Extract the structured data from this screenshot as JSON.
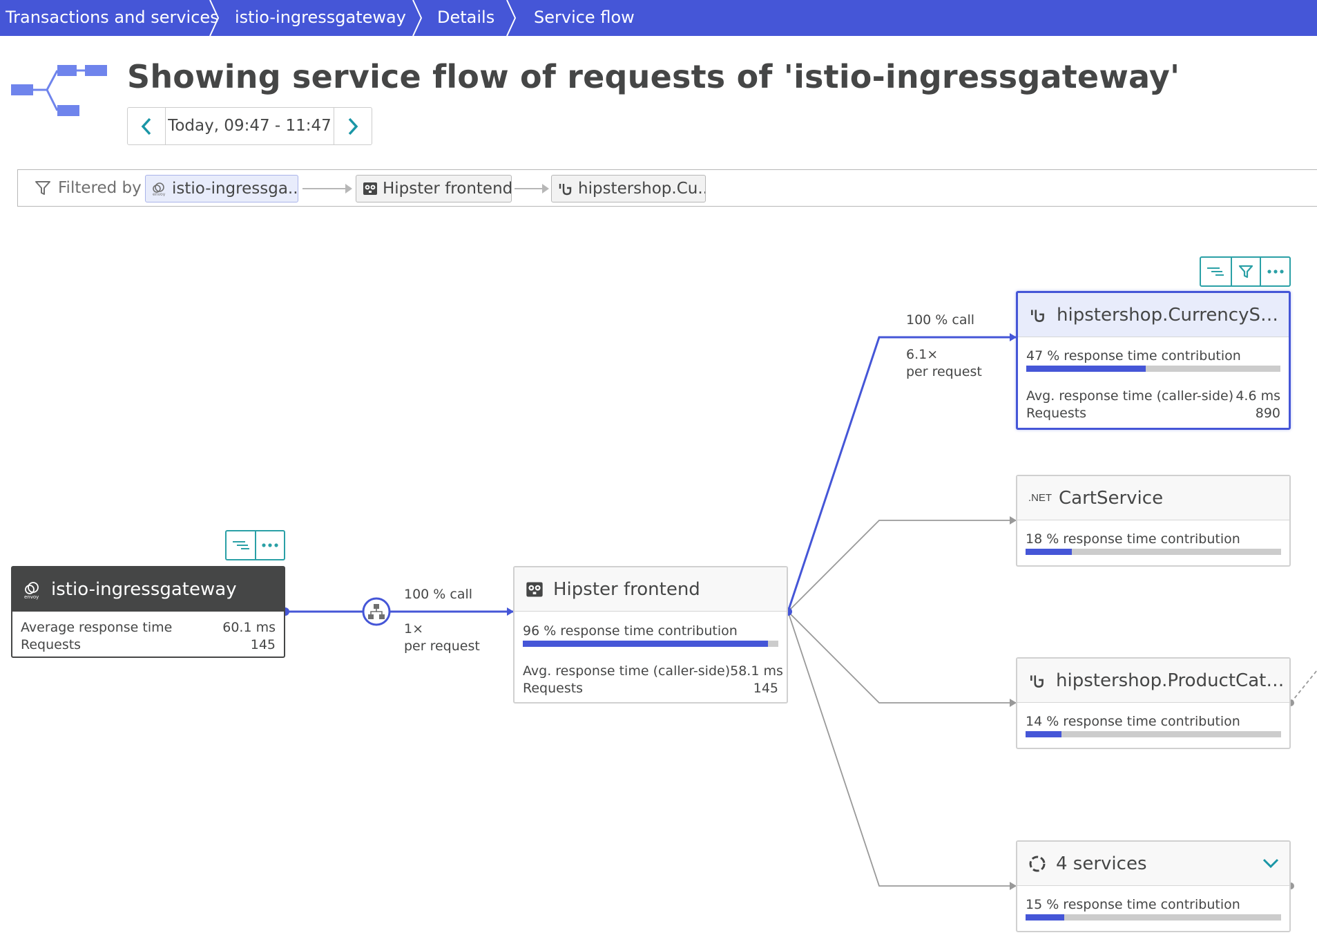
{
  "breadcrumb": [
    "Transactions and services",
    "istio-ingressgateway",
    "Details",
    "Service flow"
  ],
  "page": {
    "title": "Showing service flow of requests of 'istio-ingressgateway'"
  },
  "timeframe": {
    "label": "Today, 09:47 - 11:47"
  },
  "filter": {
    "label": "Filtered by",
    "chips": [
      "istio-ingressga...",
      "Hipster frontend",
      "hipstershop.Cu..."
    ]
  },
  "nodes": {
    "ingress": {
      "icon": "envoy-icon",
      "title": "istio-ingressgateway",
      "metrics": [
        {
          "label": "Average response time",
          "value": "60.1 ms"
        },
        {
          "label": "Requests",
          "value": "145"
        }
      ]
    },
    "frontend": {
      "icon": "gopher-icon",
      "title": "Hipster frontend",
      "contribution": "96 % response time contribution",
      "contribution_pct": 96,
      "metrics": [
        {
          "label": "Avg. response time (caller-side)",
          "value": "58.1 ms"
        },
        {
          "label": "Requests",
          "value": "145"
        }
      ]
    },
    "currency": {
      "icon": "grpc-icon",
      "title": "hipstershop.CurrencySer...",
      "contribution": "47 % response time contribution",
      "contribution_pct": 47,
      "metrics": [
        {
          "label": "Avg. response time (caller-side)",
          "value": "4.6 ms"
        },
        {
          "label": "Requests",
          "value": "890"
        }
      ]
    },
    "cart": {
      "icon": "dotnet-icon",
      "icon_text": ".NET",
      "title": "CartService",
      "contribution": "18 % response time contribution",
      "contribution_pct": 18
    },
    "catalog": {
      "icon": "grpc-icon",
      "title": "hipstershop.ProductCatalo...",
      "contribution": "14 % response time contribution",
      "contribution_pct": 14
    },
    "services": {
      "icon": "services-group-icon",
      "title": "4 services",
      "contribution": "15 % response time contribution",
      "contribution_pct": 15
    }
  },
  "edges": {
    "ingress_to_frontend": {
      "call": "100 % call",
      "times": "1×",
      "per": "per request"
    },
    "frontend_to_currency": {
      "call": "100 % call",
      "times": "6.1×",
      "per": "per request"
    }
  },
  "colors": {
    "header_bg": "#4556d7",
    "accent": "#4556d7",
    "teal": "#2aa0a6",
    "dark_node": "#454646",
    "bar_bg": "#cccccc"
  }
}
